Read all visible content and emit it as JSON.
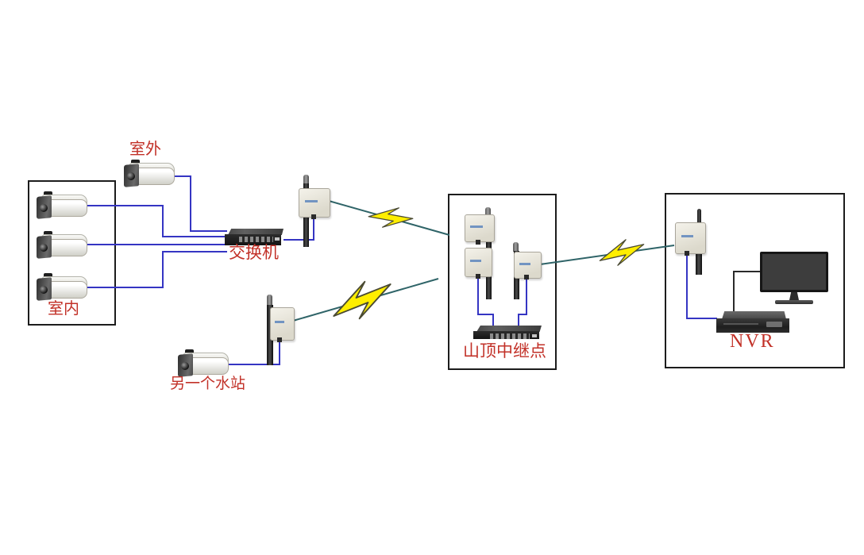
{
  "labels": {
    "outdoor": "室外",
    "indoor": "室内",
    "switch": "交换机",
    "water_station": "另一个水站",
    "relay": "山顶中继点",
    "nvr": "NVR"
  },
  "colors": {
    "background": "#ffffff",
    "label_red": "#c23128",
    "cable_blue": "#3535c3",
    "cable_dark": "#2a2a2a",
    "wireless_link": "#2f6468",
    "lightning_fill": "#ffee00",
    "lightning_outline": "#4a4a33",
    "box_border": "#1c1c1c"
  },
  "devices": {
    "cameras": [
      "indoor-camera-1",
      "indoor-camera-2",
      "indoor-camera-3",
      "outdoor-camera",
      "water-station-camera"
    ],
    "access_points": [
      "lan-ap",
      "water-station-ap",
      "relay-ap-upper-left",
      "relay-ap-lower-left",
      "relay-ap-right",
      "nvr-ap"
    ],
    "switches": [
      "lan-switch",
      "relay-switch"
    ],
    "displays": [
      "monitor"
    ],
    "recorders": [
      "nvr-recorder"
    ]
  }
}
